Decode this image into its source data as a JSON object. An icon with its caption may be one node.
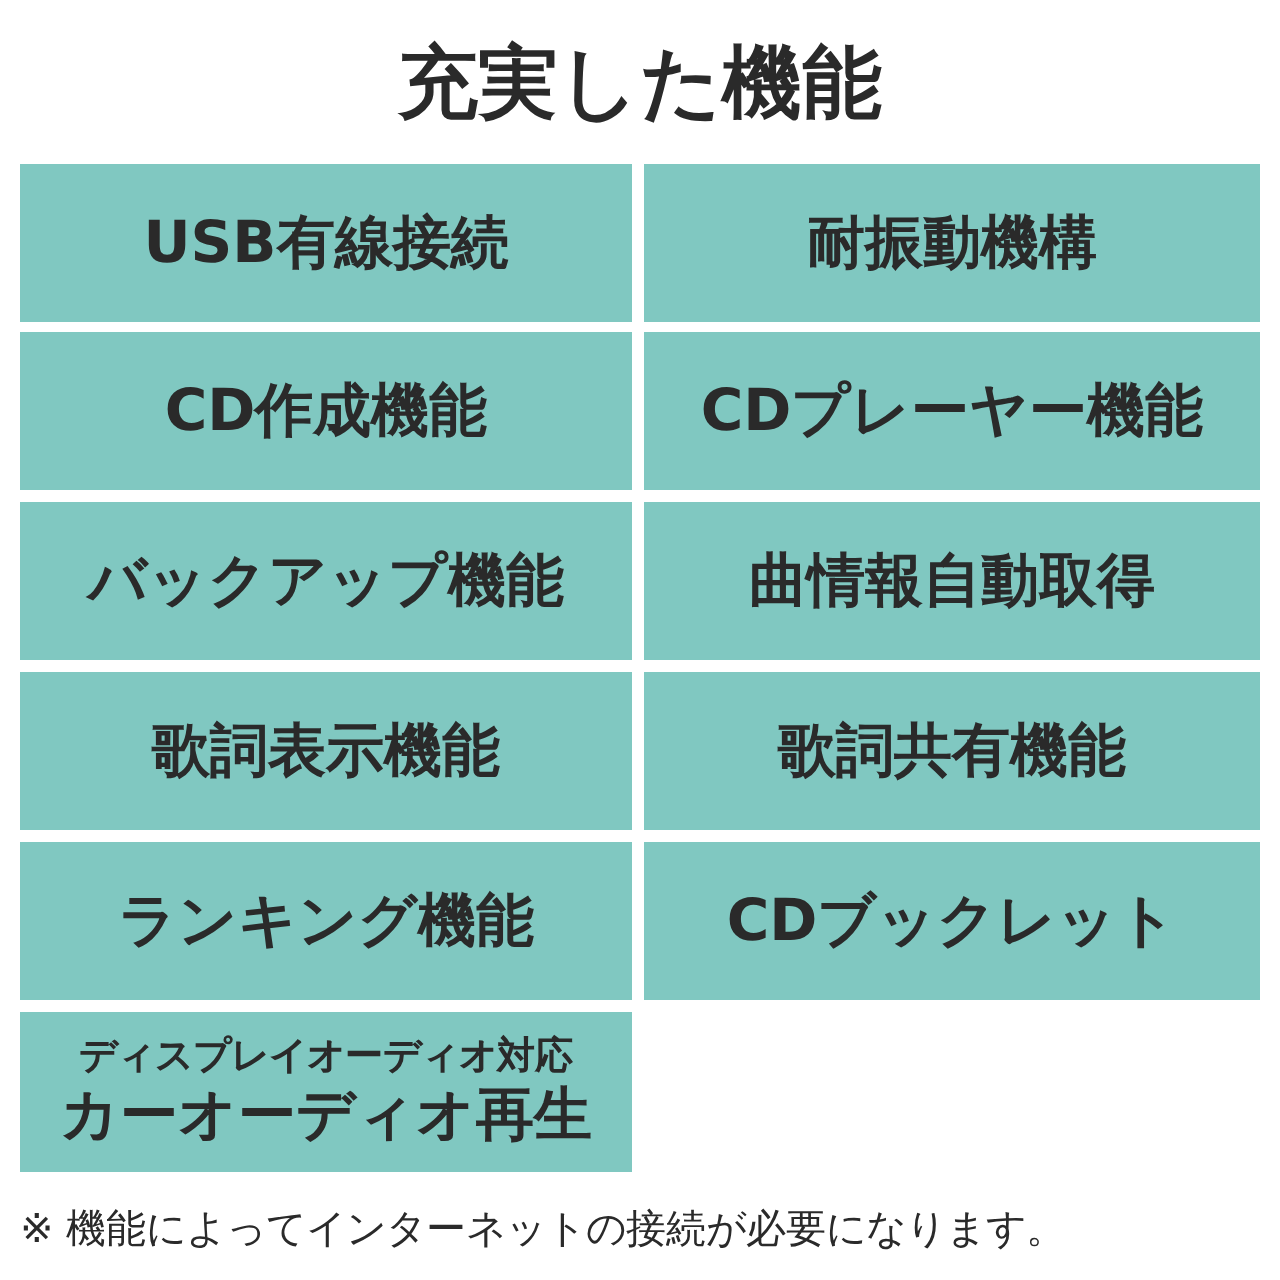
{
  "diagram": {
    "title": "充実した機能",
    "nodes": [
      {
        "text": [
          "USB有線接続"
        ]
      },
      {
        "text": [
          "耐振動機構"
        ]
      },
      {
        "text": [
          "CD作成機能"
        ]
      },
      {
        "text": [
          "CDプレーヤー機能"
        ]
      },
      {
        "text": [
          "バックアップ機能"
        ]
      },
      {
        "text": [
          "曲情報自動取得"
        ]
      },
      {
        "text": [
          "歌詞表示機能"
        ]
      },
      {
        "text": [
          "歌詞共有機能"
        ]
      },
      {
        "text": [
          "ランキング機能"
        ]
      },
      {
        "text": [
          "CDブックレット"
        ]
      },
      {
        "text": [
          "ディスプレイオーディオ対応",
          "カーオーディオ再生"
        ]
      }
    ],
    "labels": [
      "※ 機能によってインターネットの接続が必要になります。"
    ]
  }
}
